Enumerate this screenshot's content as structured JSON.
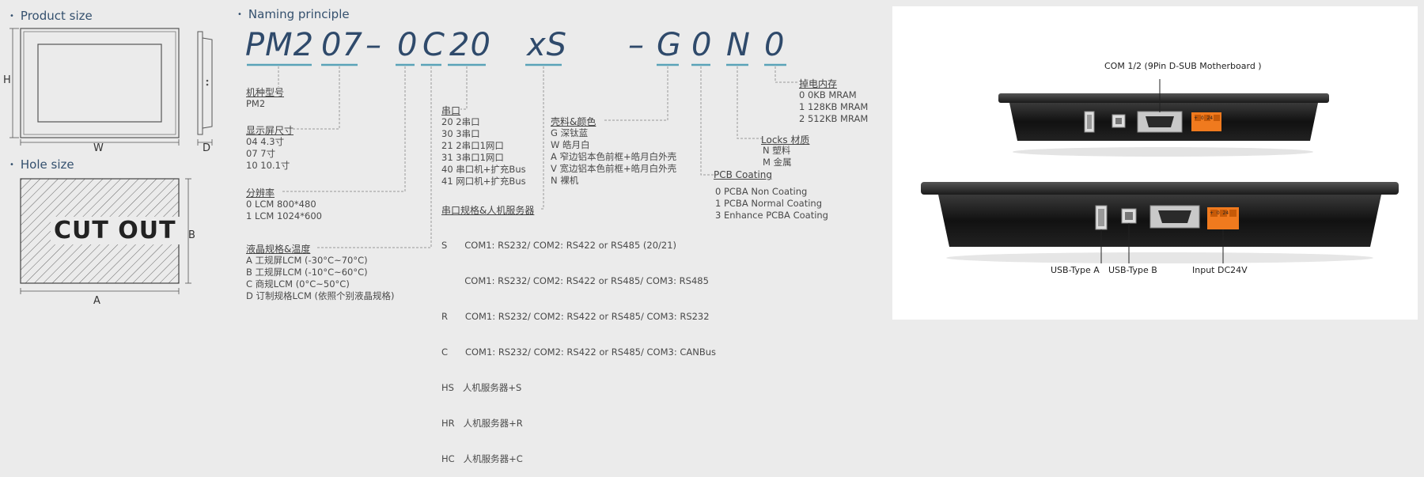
{
  "product_size": {
    "title": "Product size",
    "label_h": "H",
    "label_w": "W",
    "label_d": "D"
  },
  "hole_size": {
    "title": "Hole size",
    "cutout": "CUT OUT",
    "label_b": "B",
    "label_a": "A"
  },
  "naming": {
    "title": "Naming principle",
    "code": [
      "PM2",
      "07",
      "–",
      "0",
      "C",
      "20",
      "xS",
      "–",
      "G",
      "0",
      "N",
      "0"
    ],
    "model": {
      "heading": "机种型号",
      "items": [
        "PM2"
      ]
    },
    "screen": {
      "heading": "显示屏尺寸",
      "items": [
        "04  4.3寸",
        "07  7寸",
        "10  10.1寸"
      ]
    },
    "resolution": {
      "heading": "分辨率",
      "items": [
        "0  LCM 800*480",
        "1  LCM 1024*600"
      ]
    },
    "lcd": {
      "heading": "液晶规格&温度",
      "items": [
        "A  工规屏LCM (-30°C~70°C)",
        "B  工规屏LCM (-10°C~60°C)",
        "C  商规LCM (0°C~50°C)",
        "D  订制规格LCM (依照个别液晶规格)"
      ]
    },
    "serial": {
      "heading": "串口",
      "items": [
        "20  2串口",
        "30  3串口",
        "21  2串口1网口",
        "31  3串口1网口",
        "40  串口机+扩充Bus",
        "41  网口机+扩充Bus"
      ]
    },
    "serial_spec": {
      "heading": "串口规格&人机服务器",
      "items": [
        "S      COM1: RS232/ COM2: RS422 or RS485 (20/21)",
        "        COM1: RS232/ COM2: RS422 or RS485/ COM3: RS485",
        "R      COM1: RS232/ COM2: RS422 or RS485/ COM3: RS232",
        "C      COM1: RS232/ COM2: RS422 or RS485/ COM3: CANBus",
        "HS   人机服务器+S",
        "HR   人机服务器+R",
        "HC   人机服务器+C"
      ]
    },
    "shell": {
      "heading": "壳料&颜色",
      "items": [
        "G  深钛蓝",
        "W  皓月白",
        "A  窄边铝本色前框+皓月白外壳",
        "V  宽边铝本色前框+皓月白外壳",
        "N  裸机"
      ]
    },
    "pcb": {
      "heading": "PCB Coating",
      "items": [
        "0  PCBA Non Coating",
        "1  PCBA Normal Coating",
        "3  Enhance PCBA Coating"
      ]
    },
    "locks": {
      "heading": "Locks 材质",
      "items": [
        "N  塑料",
        "M  金属"
      ]
    },
    "memory": {
      "heading": "掉电内存",
      "items": [
        "0  0KB MRAM",
        "1  128KB MRAM",
        "2  512KB MRAM"
      ]
    }
  },
  "ports": {
    "com": "COM 1/2  (9Pin D-SUB Motherboard )",
    "usb_a": "USB-Type A",
    "usb_b": "USB-Type B",
    "power": "Input DC24V",
    "terminal_text": "+  0  24"
  },
  "colors": {
    "code": "#2f4a6b",
    "underline": "#5aa3b8",
    "dash": "#999999",
    "orange": "#f07a1e",
    "bg": "#ebebeb"
  }
}
